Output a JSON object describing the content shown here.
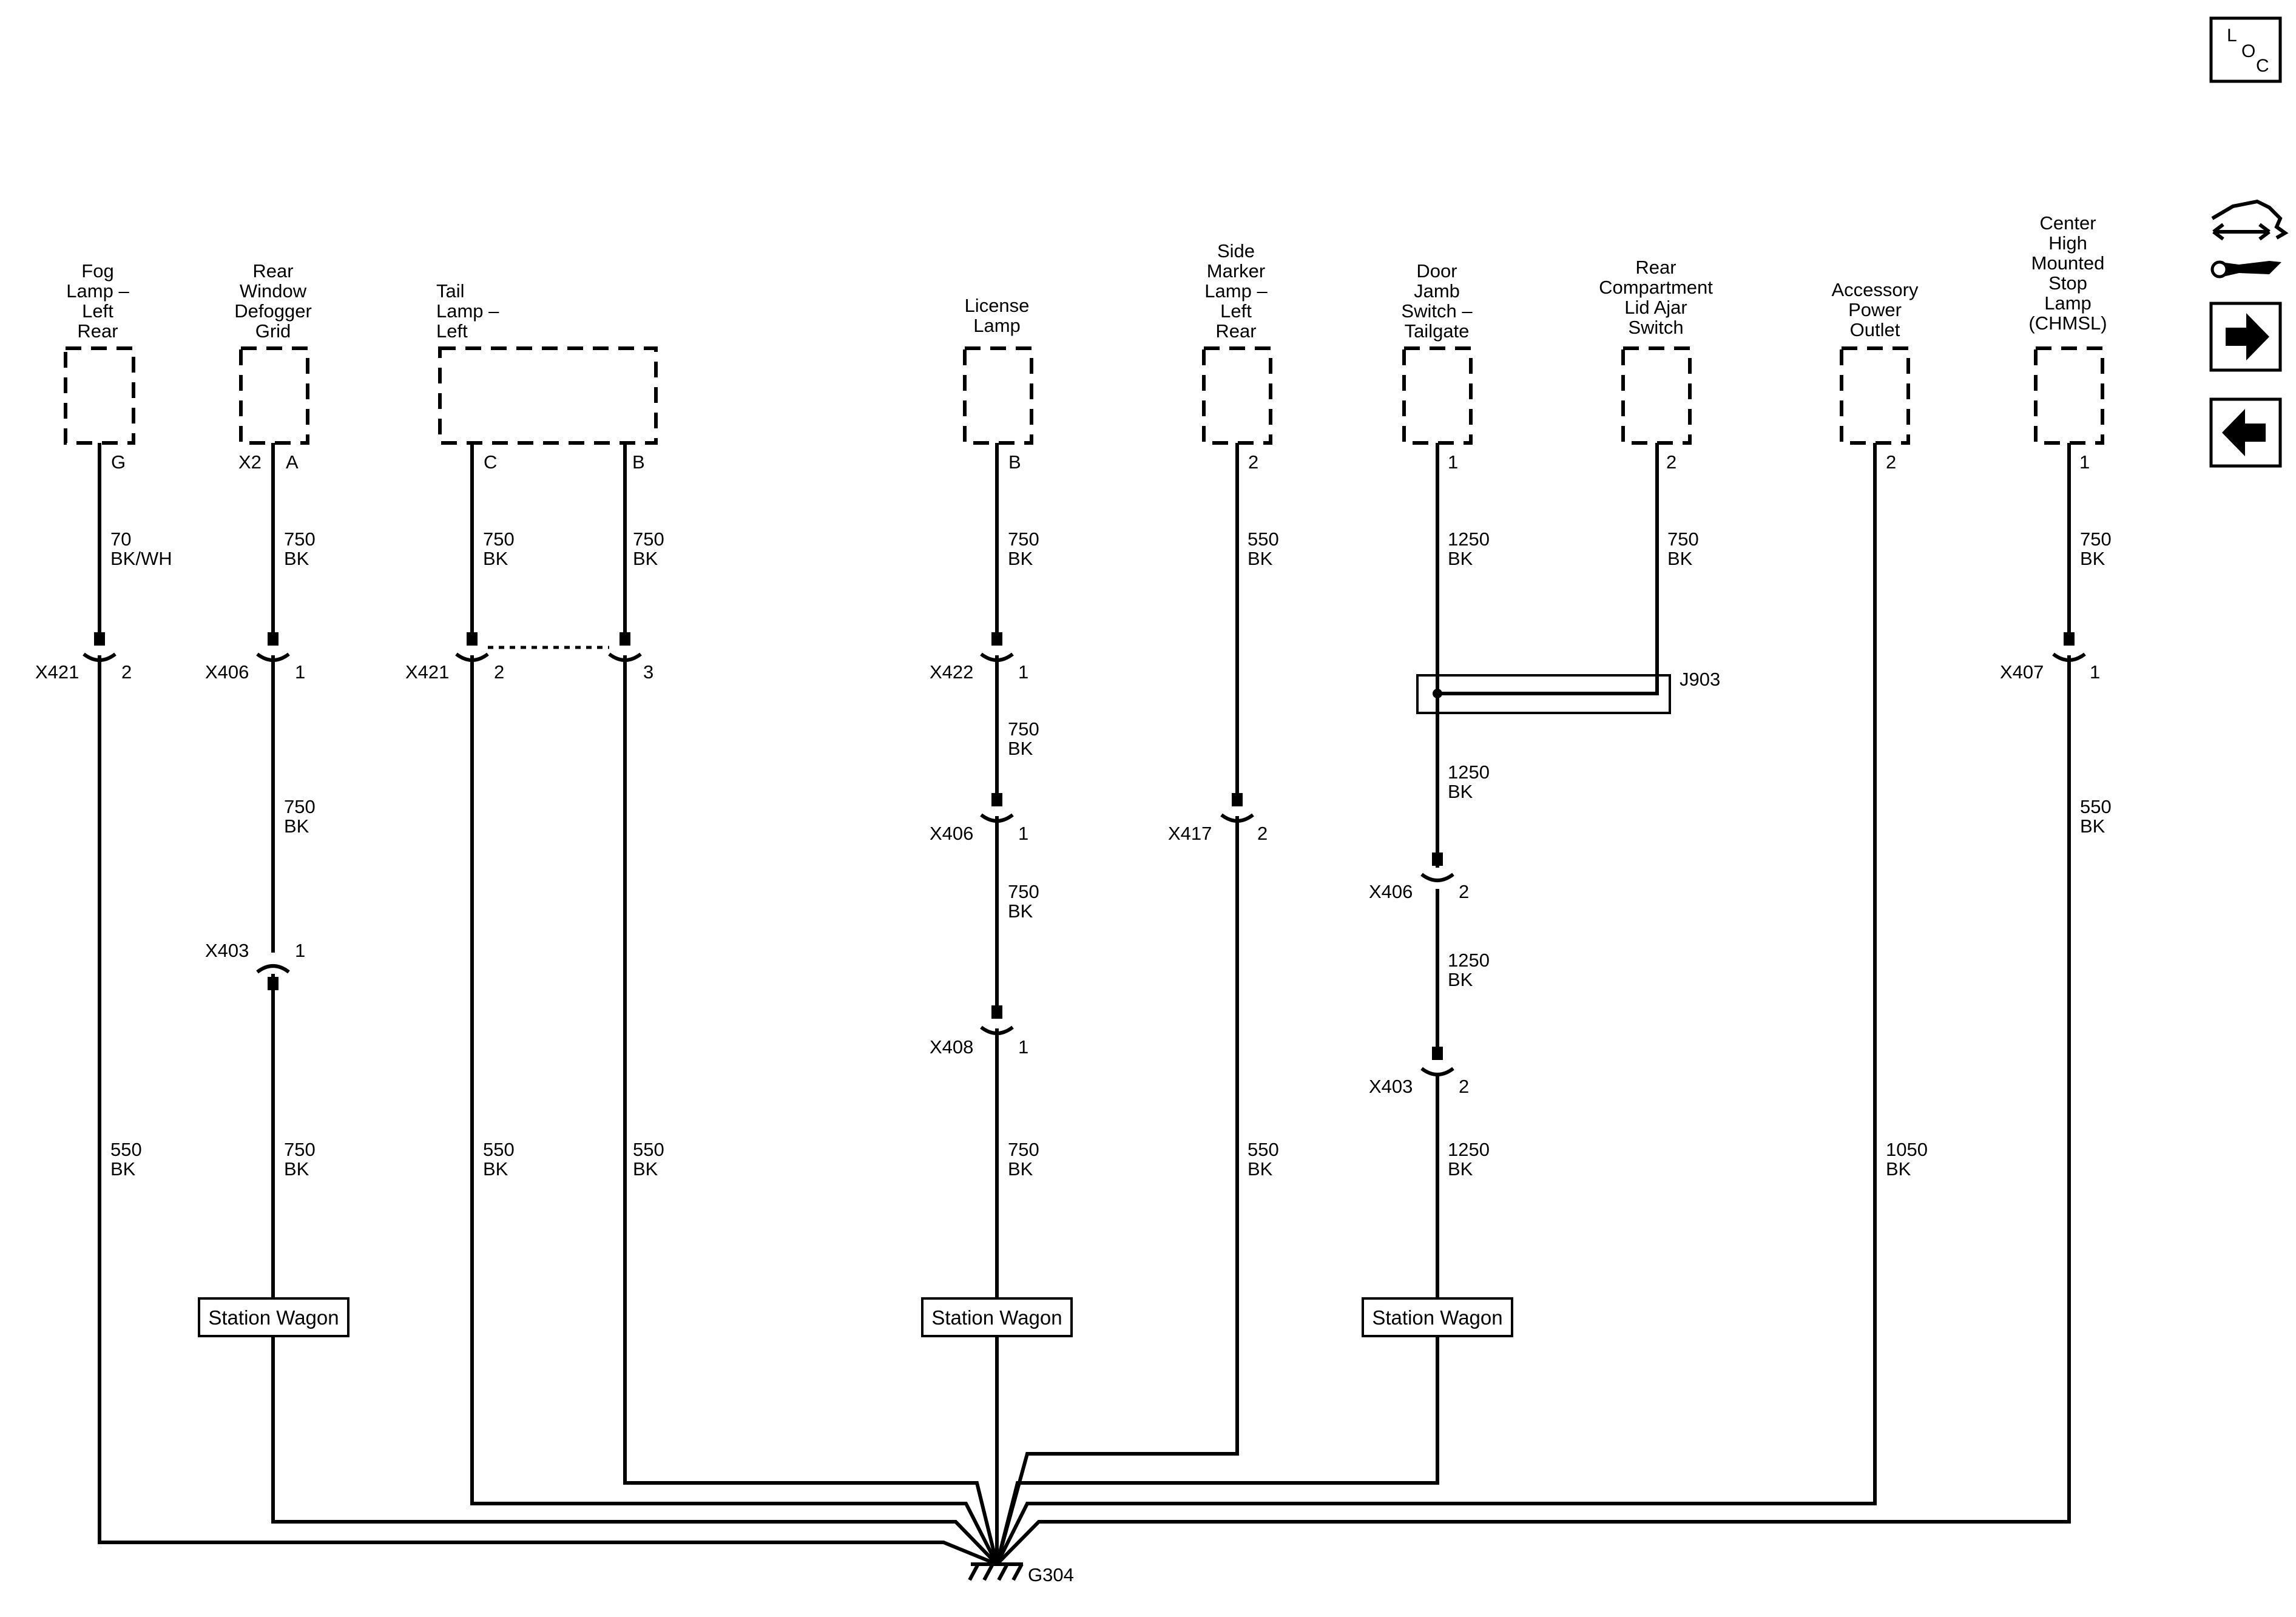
{
  "components": {
    "fog_lamp": "Fog\nLamp –\nLeft\nRear",
    "rear_window_defogger": "Rear\nWindow\nDefogger\nGrid",
    "tail_lamp": "Tail\nLamp –\nLeft",
    "license_lamp": "License\nLamp",
    "side_marker_lamp": "Side\nMarker\nLamp –\nLeft\nRear",
    "door_jamb_switch": "Door\nJamb\nSwitch –\nTailgate",
    "rear_compartment_switch": "Rear\nCompartment\nLid Ajar\nSwitch",
    "accessory_power_outlet": "Accessory\nPower\nOutlet",
    "chmsl": "Center\nHigh\nMounted\nStop\nLamp\n(CHMSL)"
  },
  "pins": {
    "fog": "G",
    "defog_conn": "X2",
    "defog": "A",
    "tail_c": "C",
    "tail_b": "B",
    "license": "B",
    "side_marker": "2",
    "door_jamb": "1",
    "rear_comp": "2",
    "accessory": "2",
    "chmsl": "1"
  },
  "wires": {
    "fog_upper": "70\nBK/WH",
    "fog_lower": "550\nBK",
    "defog_1": "750\nBK",
    "defog_2": "750\nBK",
    "defog_3": "750\nBK",
    "tail_c_upper": "750\nBK",
    "tail_c_lower": "550\nBK",
    "tail_b_upper": "750\nBK",
    "tail_b_lower": "550\nBK",
    "license_1": "750\nBK",
    "license_2": "750\nBK",
    "license_3": "750\nBK",
    "license_4": "750\nBK",
    "side_upper": "550\nBK",
    "side_lower": "550\nBK",
    "door_1": "1250\nBK",
    "door_2": "1250\nBK",
    "door_3": "1250\nBK",
    "door_4": "1250\nBK",
    "rear_comp": "750\nBK",
    "accessory": "1050\nBK",
    "chmsl_upper": "750\nBK",
    "chmsl_lower": "550\nBK"
  },
  "connectors": {
    "fog": {
      "name": "X421",
      "pin": "2"
    },
    "defog_a": {
      "name": "X406",
      "pin": "1"
    },
    "defog_b": {
      "name": "X403",
      "pin": "1"
    },
    "tail_c": {
      "name": "X421",
      "pin": "2"
    },
    "tail_b": {
      "name": "",
      "pin": "3"
    },
    "license_a": {
      "name": "X422",
      "pin": "1"
    },
    "license_b": {
      "name": "X406",
      "pin": "1"
    },
    "license_c": {
      "name": "X408",
      "pin": "1"
    },
    "side": {
      "name": "X417",
      "pin": "2"
    },
    "door_a": {
      "name": "X406",
      "pin": "2"
    },
    "door_b": {
      "name": "X403",
      "pin": "2"
    },
    "chmsl": {
      "name": "X407",
      "pin": "1"
    }
  },
  "splice": "J903",
  "option_boxes": {
    "defog": "Station Wagon",
    "license": "Station Wagon",
    "door": "Station Wagon"
  },
  "ground": "G304",
  "loc_button": {
    "l": "L",
    "o": "O",
    "c": "C"
  },
  "nav_icons": [
    "schematic-wrench-icon",
    "arrow-right-icon",
    "arrow-left-icon"
  ]
}
